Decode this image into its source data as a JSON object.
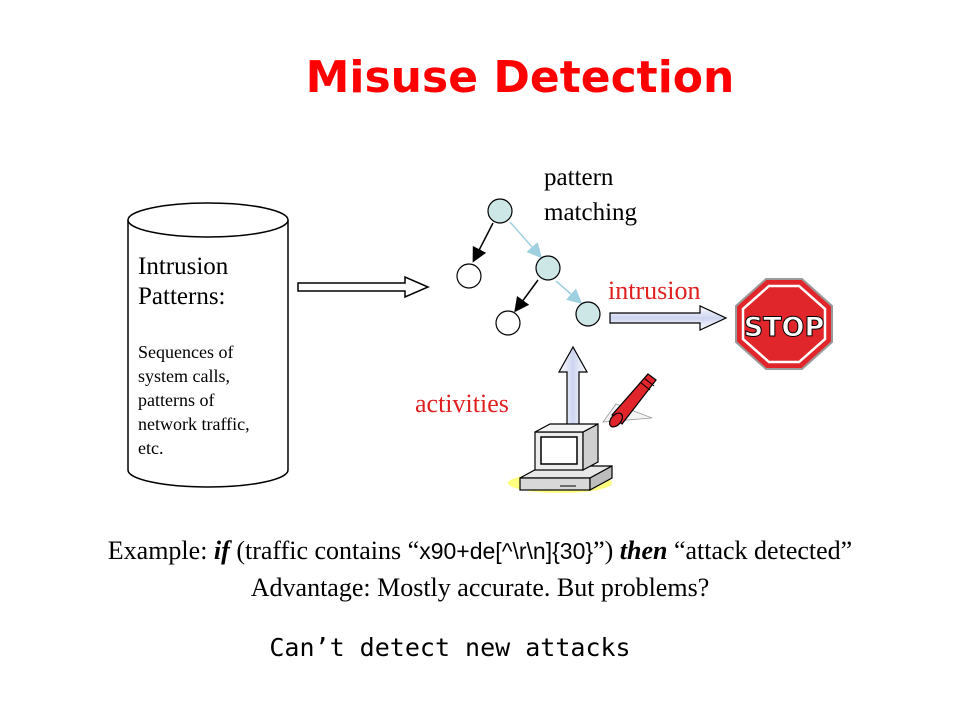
{
  "title": "Misuse Detection",
  "database": {
    "title_line1": "Intrusion",
    "title_line2": "Patterns:",
    "body_lines": [
      "Sequences of",
      "system calls,",
      "patterns of",
      "network traffic,",
      "etc."
    ]
  },
  "pattern_label_line1": "pattern",
  "pattern_label_line2": "matching",
  "intrusion_label": "intrusion",
  "activities_label": "activities",
  "stop_sign_text": "STOP",
  "example": {
    "prefix": "Example: ",
    "if_kw": "if",
    "mid": " (traffic contains “",
    "pattern": "x90+de[^\\r\\n]{30}",
    "close": "”) ",
    "then_kw": "then",
    "result": " “attack detected”"
  },
  "advantage": "Advantage:  Mostly accurate.  But problems?",
  "answer": "Can’t detect new attacks",
  "colors": {
    "title": "#ff0000",
    "labels": "#e02020",
    "node_fill": "#cde6e6",
    "stop_red": "#e0262b",
    "flashlight": "#e0262b",
    "computer_base": "#ffff80"
  }
}
